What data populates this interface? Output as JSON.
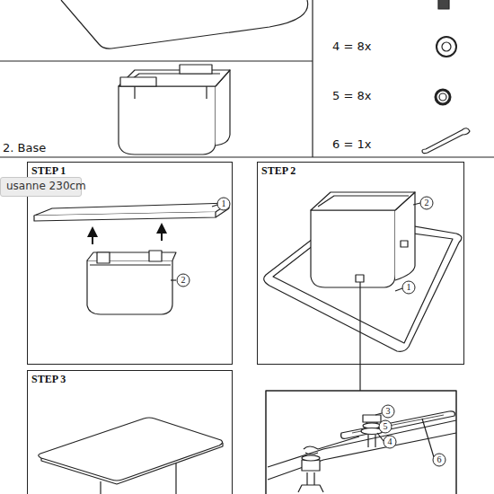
{
  "diagram": {
    "nodes": [
      {
        "text": [
          "usanne 230cm"
        ]
      },
      {
        "text": [
          "STEP 1"
        ]
      },
      {
        "text": [
          "STEP 2"
        ]
      },
      {
        "text": [
          "STEP 3"
        ]
      }
    ],
    "labels": [
      "4 = 8x",
      "5 = 8x",
      "6 = 1x",
      "2. Base",
      "1",
      "2",
      "2",
      "1",
      "3",
      "5",
      "4",
      "6"
    ]
  }
}
